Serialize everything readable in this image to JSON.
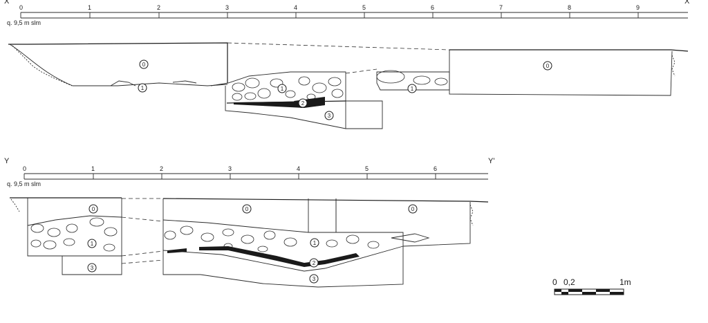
{
  "section_a": {
    "left_label": "X",
    "right_label": "X'",
    "elevation": "q. 9,5 m slm",
    "ticks": [
      "0",
      "1",
      "2",
      "3",
      "4",
      "5",
      "6",
      "7",
      "8",
      "9"
    ],
    "layers": [
      "0",
      "1",
      "1",
      "2",
      "3",
      "1",
      "0"
    ]
  },
  "section_b": {
    "left_label": "Y",
    "right_label": "Y'",
    "elevation": "q. 9,5 m slm",
    "ticks": [
      "0",
      "1",
      "2",
      "3",
      "4",
      "5",
      "6"
    ],
    "layers": [
      "0",
      "1",
      "3",
      "0",
      "0",
      "1",
      "2",
      "3"
    ]
  },
  "scale_bar": {
    "label_0": "0",
    "label_02": "0,2",
    "label_1m": "1m"
  }
}
